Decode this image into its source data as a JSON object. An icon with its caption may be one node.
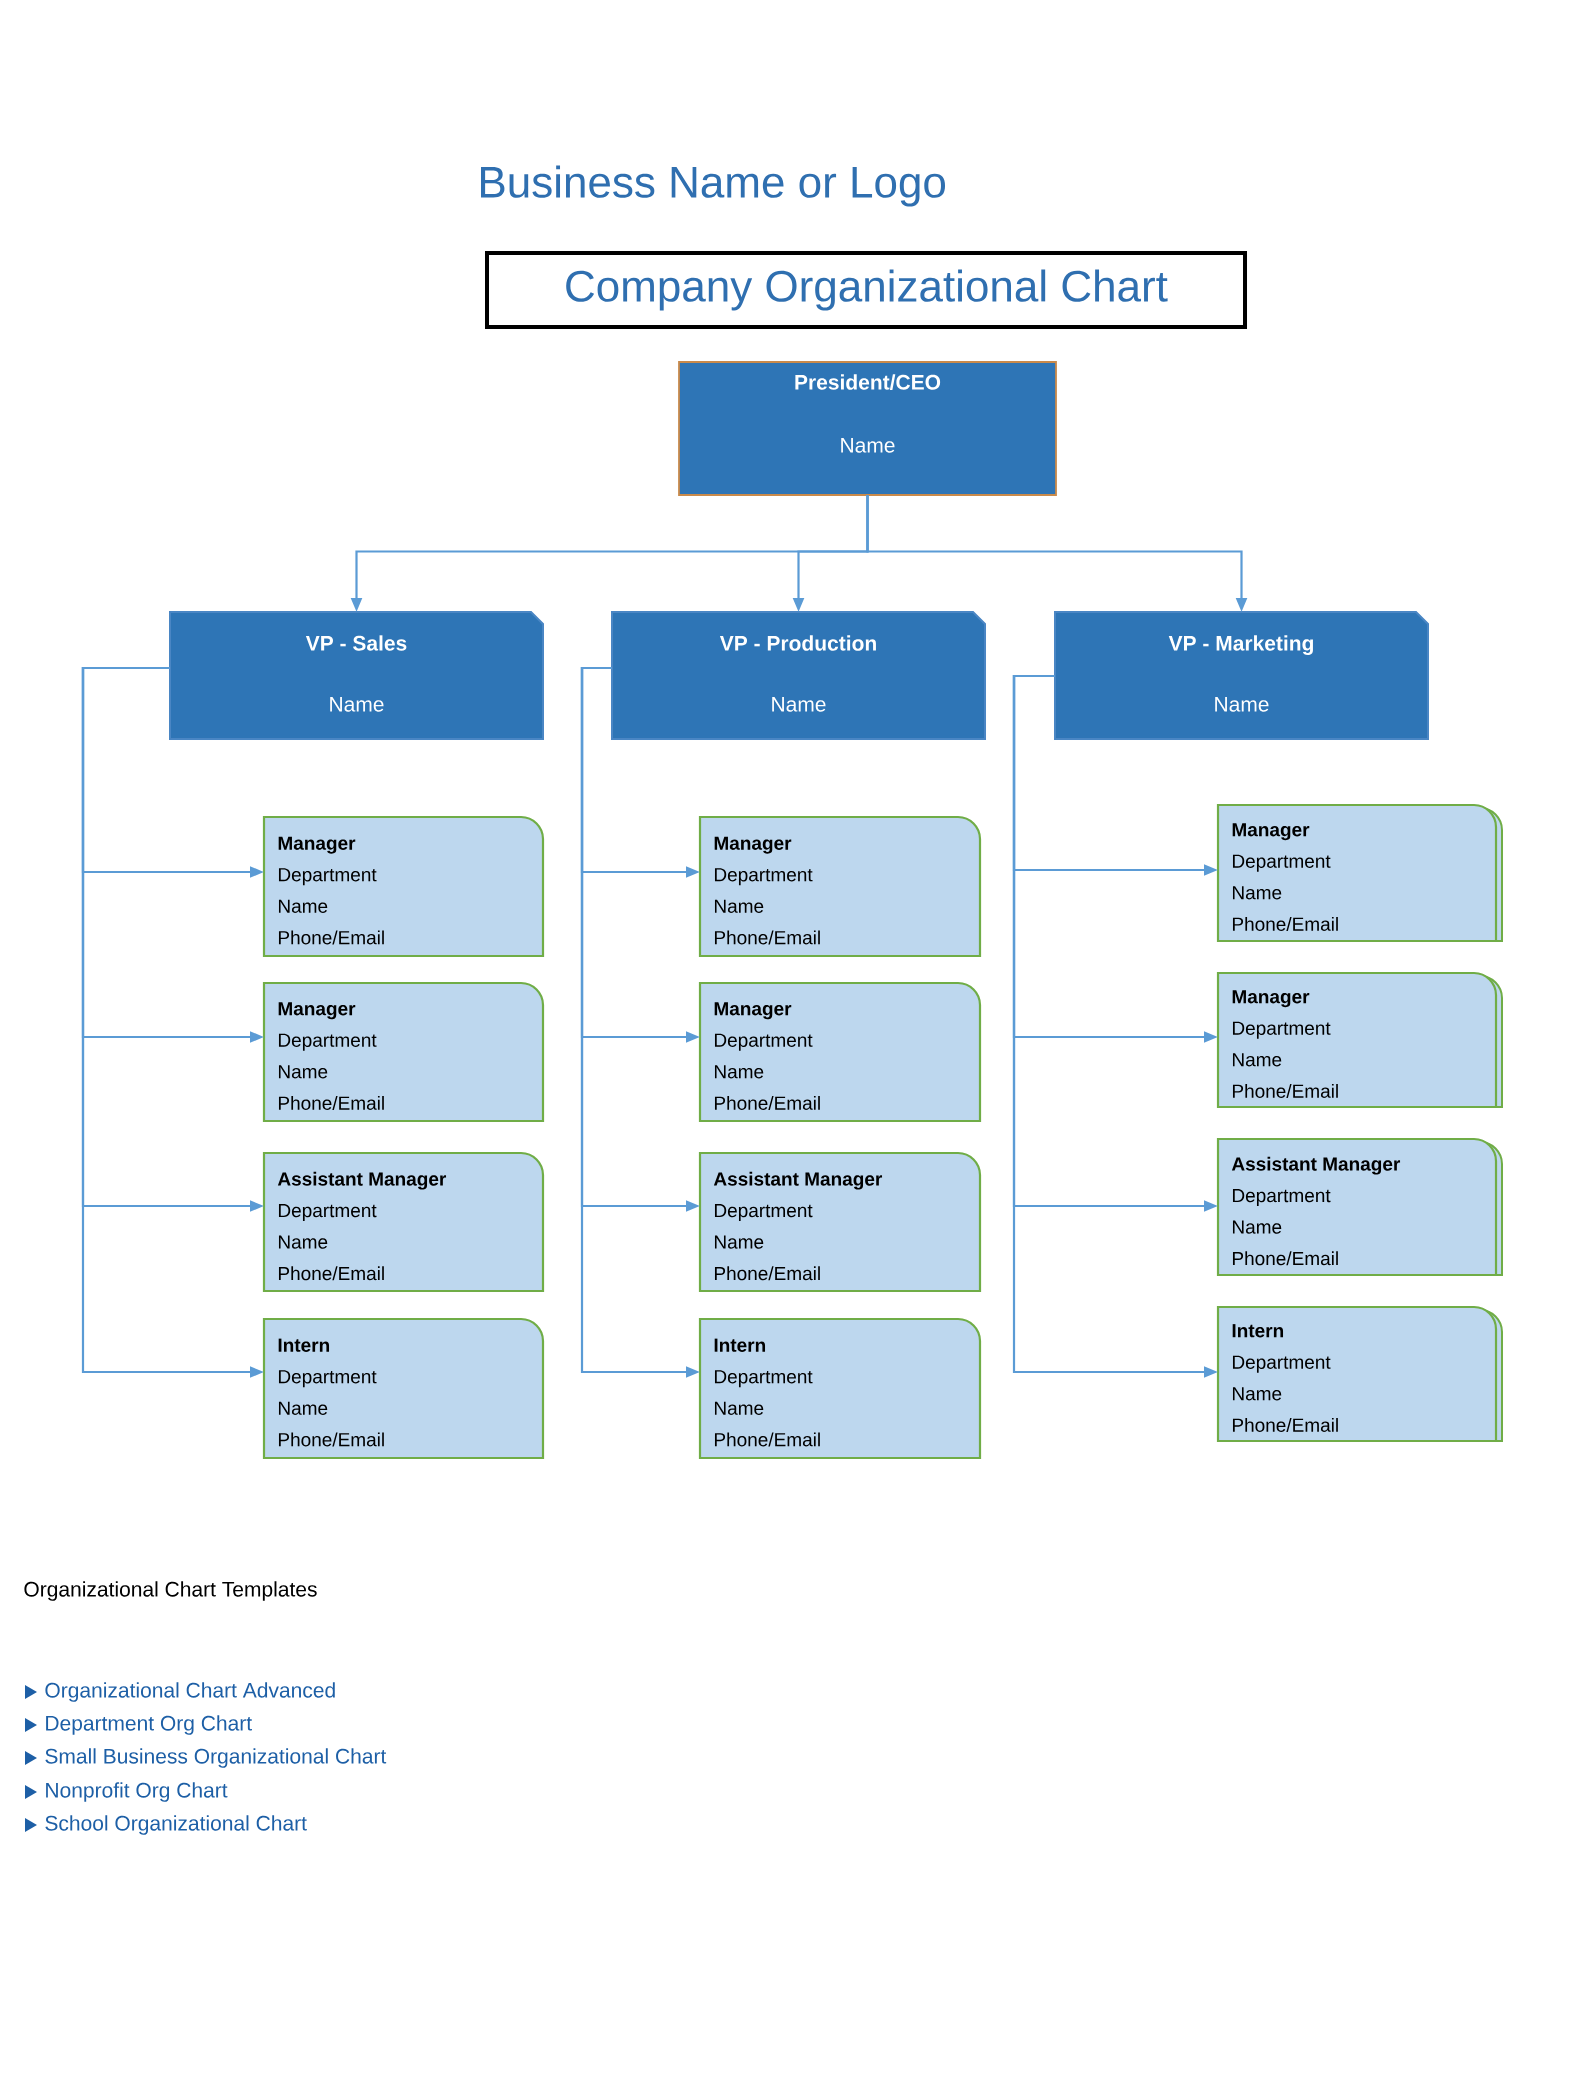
{
  "diagram": {
    "title": "Company Organizational Chart",
    "nodes": [
      {
        "text": [
          "President/CEO",
          "Name"
        ]
      },
      {
        "text": [
          "VP - Sales",
          "Name"
        ]
      },
      {
        "text": [
          "VP - Production",
          "Name"
        ]
      },
      {
        "text": [
          "VP - Marketing",
          "Name"
        ]
      },
      {
        "text": [
          "Manager",
          "Department",
          "Name",
          "Phone/Email"
        ]
      },
      {
        "text": [
          "Manager",
          "Department",
          "Name",
          "Phone/Email"
        ]
      },
      {
        "text": [
          "Assistant Manager",
          "Department",
          "Name",
          "Phone/Email"
        ]
      },
      {
        "text": [
          "Intern",
          "Department",
          "Name",
          "Phone/Email"
        ]
      },
      {
        "text": [
          "Manager",
          "Department",
          "Name",
          "Phone/Email"
        ]
      },
      {
        "text": [
          "Manager",
          "Department",
          "Name",
          "Phone/Email"
        ]
      },
      {
        "text": [
          "Assistant Manager",
          "Department",
          "Name",
          "Phone/Email"
        ]
      },
      {
        "text": [
          "Intern",
          "Department",
          "Name",
          "Phone/Email"
        ]
      },
      {
        "text": [
          "Manager",
          "Department",
          "Name",
          "Phone/Email"
        ]
      },
      {
        "text": [
          "Manager",
          "Department",
          "Name",
          "Phone/Email"
        ]
      },
      {
        "text": [
          "Assistant Manager",
          "Department",
          "Name",
          "Phone/Email"
        ]
      },
      {
        "text": [
          "Intern",
          "Department",
          "Name",
          "Phone/Email"
        ]
      }
    ],
    "edges": [
      {
        "from": 0,
        "to": 1,
        "arrow": "to"
      },
      {
        "from": 0,
        "to": 2,
        "arrow": "to"
      },
      {
        "from": 0,
        "to": 3,
        "arrow": "to"
      },
      {
        "from": 1,
        "to": 4,
        "arrow": "to"
      },
      {
        "from": 1,
        "to": 5,
        "arrow": "to"
      },
      {
        "from": 1,
        "to": 6,
        "arrow": "to"
      },
      {
        "from": 1,
        "to": 7,
        "arrow": "to"
      },
      {
        "from": 2,
        "to": 8,
        "arrow": "to"
      },
      {
        "from": 2,
        "to": 9,
        "arrow": "to"
      },
      {
        "from": 2,
        "to": 10,
        "arrow": "to"
      },
      {
        "from": 2,
        "to": 11,
        "arrow": "to"
      },
      {
        "from": 3,
        "to": 12,
        "arrow": "to"
      },
      {
        "from": 3,
        "to": 13,
        "arrow": "to"
      },
      {
        "from": 3,
        "to": 14,
        "arrow": "to"
      },
      {
        "from": 3,
        "to": 15,
        "arrow": "to"
      }
    ],
    "labels": [
      "Business Name or Logo",
      "Organizational Chart Templates",
      "Organizational Chart Advanced",
      "Department Org Chart",
      "Small Business Organizational Chart",
      "Nonprofit Org Chart",
      "School Organizational Chart"
    ]
  }
}
